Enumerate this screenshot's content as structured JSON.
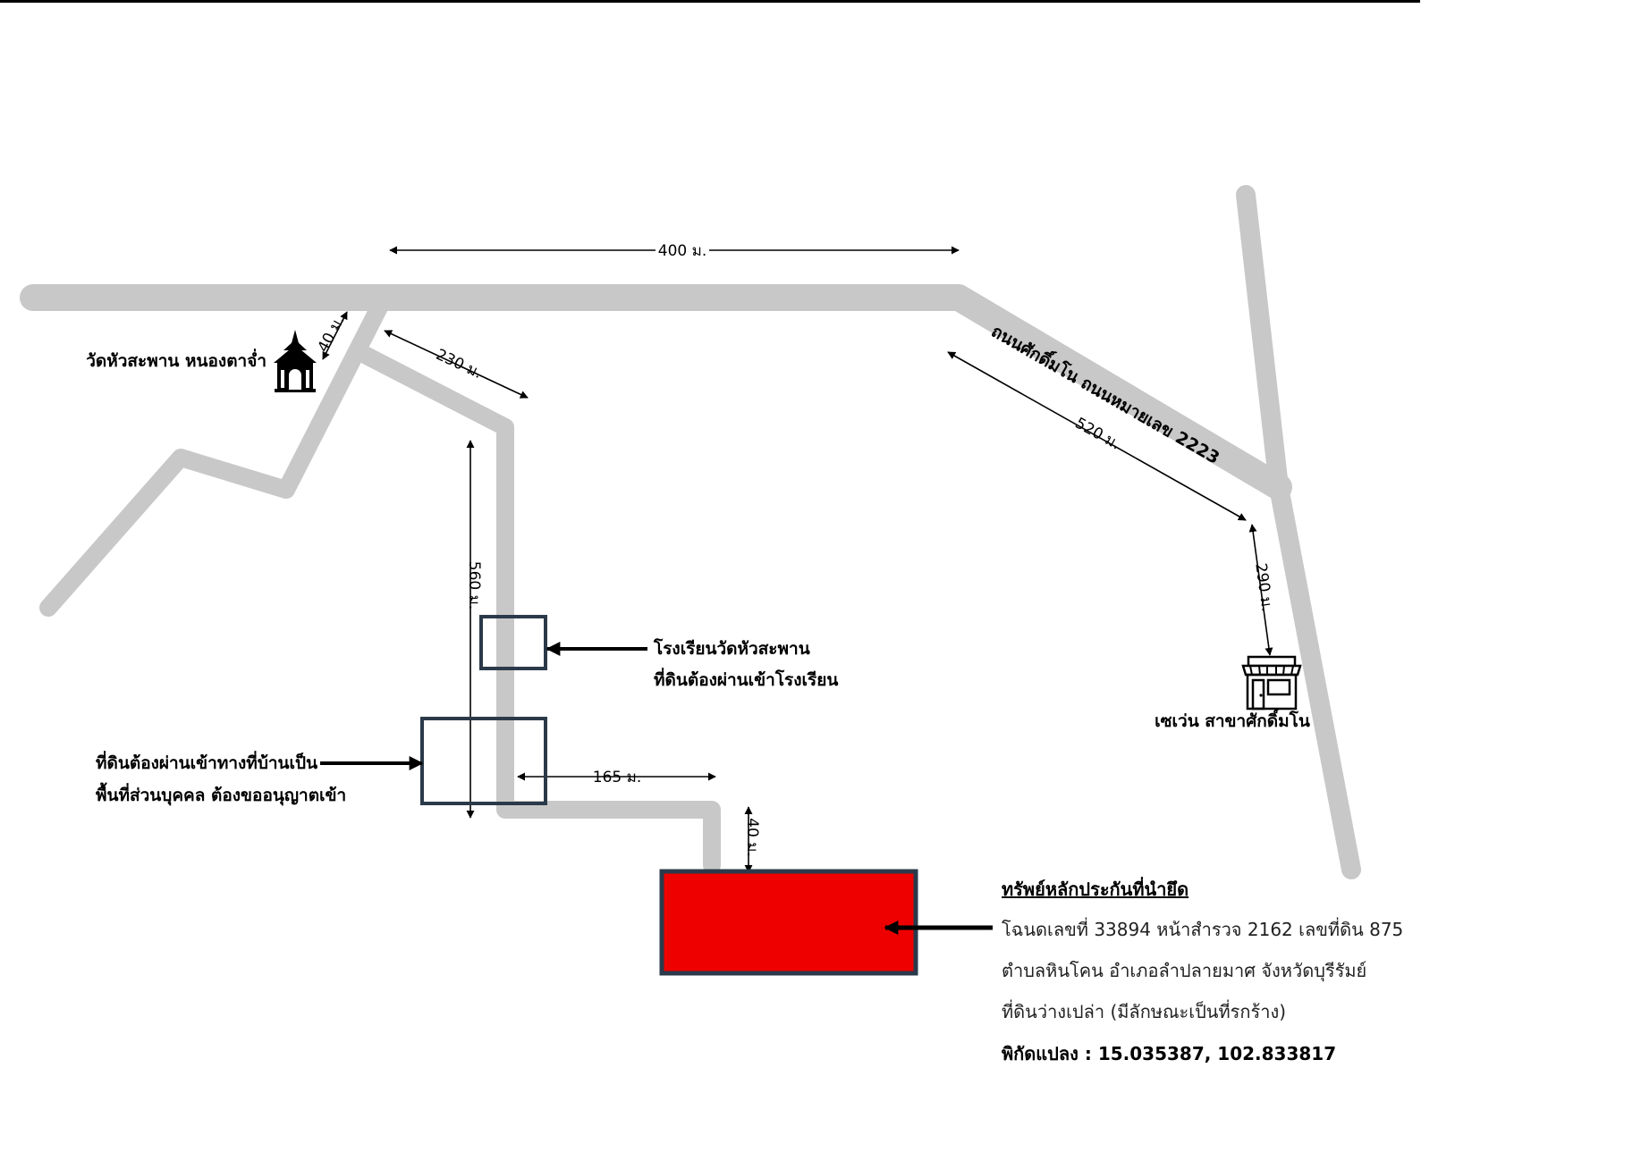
{
  "labels": {
    "temple": "วัดหัวสะพาน หนองตาจ่ำ",
    "school_line1": "โรงเรียนวัดหัวสะพาน",
    "school_line2": "ที่ดินต้องผ่านเข้าโรงเรียน",
    "private_line1": "ที่ดินต้องผ่านเข้าทางที่บ้านเป็น",
    "private_line2": "พื้นที่ส่วนบุคคล ต้องขออนุญาตเข้า",
    "store": "เซเว่น สาขาศักดิ์มโน",
    "road_name": "ถนนศักดิ์มโน ถนนหมายเลข 2223"
  },
  "distances": {
    "top": "400 ม.",
    "branch": "230 ม.",
    "temple_small": "40 ม.",
    "vertical": "560 ม.",
    "diagonal": "520 ม.",
    "store": "290 ม.",
    "horizontal": "165 ม.",
    "plot_small": "40 ม."
  },
  "property": {
    "title": "ทรัพย์หลักประกันที่นำยึด",
    "line1": "โฉนดเลขที่ 33894 หน้าสำรวจ 2162 เลขที่ดิน 875",
    "line2": "ตำบลหินโคน อำเภอลำปลายมาศ จังหวัดบุรีรัมย์",
    "line3": "ที่ดินว่างเปล่า (มีลักษณะเป็นที่รกร้าง)",
    "coords": "พิกัดแปลง : 15.035387, 102.833817"
  },
  "colors": {
    "road": "#c8c8c8",
    "plot_fill": "#ee0000",
    "box_border": "#2b3a4a",
    "top_rule": "#000000"
  },
  "icons": {
    "temple": "temple-icon",
    "store": "store-icon"
  }
}
